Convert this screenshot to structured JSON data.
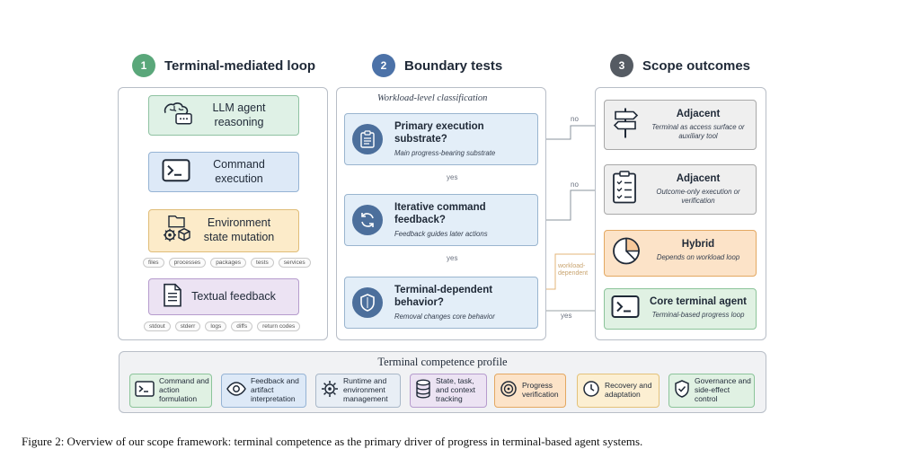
{
  "headers": [
    {
      "num": "1",
      "label": "Terminal-mediated loop",
      "color": "#5aa77a"
    },
    {
      "num": "2",
      "label": "Boundary tests",
      "color": "#4c72a8"
    },
    {
      "num": "3",
      "label": "Scope outcomes",
      "color": "#555b63"
    }
  ],
  "loop": {
    "steps": [
      {
        "label": "LLM agent reasoning",
        "icon": "brain-chat-icon",
        "bg": "#dff1e6",
        "border": "#8fc2a2"
      },
      {
        "label": "Command execution",
        "icon": "terminal-icon",
        "bg": "#dde9f7",
        "border": "#95b3d4"
      },
      {
        "label": "Environment state mutation",
        "icon": "gears-box-icon",
        "bg": "#fcebc9",
        "border": "#e0bd78"
      },
      {
        "label": "Textual feedback",
        "icon": "document-icon",
        "bg": "#ece3f3",
        "border": "#b69ccd"
      }
    ],
    "state_chips": [
      "files",
      "processes",
      "packages",
      "tests",
      "services"
    ],
    "feedback_chips": [
      "stdout",
      "stderr",
      "logs",
      "diffs",
      "return codes"
    ]
  },
  "tests": {
    "caption": "Workload-level classification",
    "questions": [
      {
        "title": "Primary execution substrate?",
        "subtitle": "Main progress-bearing substrate",
        "icon": "clipboard-icon"
      },
      {
        "title": "Iterative command feedback?",
        "subtitle": "Feedback guides later actions",
        "icon": "cycle-icon"
      },
      {
        "title": "Terminal-dependent behavior?",
        "subtitle": "Removal changes core behavior",
        "icon": "shield-icon"
      }
    ],
    "yes_label": "yes",
    "no_label": "no",
    "workload_dependent_label": "workload-\ndependent"
  },
  "outcomes": [
    {
      "title": "Adjacent",
      "subtitle": "Terminal as access surface or auxiliary tool",
      "icon": "signpost-icon",
      "bg": "#efefef",
      "border": "#a8a8a8"
    },
    {
      "title": "Adjacent",
      "subtitle": "Outcome-only execution or verification",
      "icon": "checklist-icon",
      "bg": "#efefef",
      "border": "#a8a8a8"
    },
    {
      "title": "Hybrid",
      "subtitle": "Depends on workload loop",
      "icon": "pie-icon",
      "bg": "#fce3c8",
      "border": "#e3a862"
    },
    {
      "title": "Core terminal agent",
      "subtitle": "Terminal-based progress loop",
      "icon": "terminal-icon",
      "bg": "#e0f1e3",
      "border": "#8cc49a"
    }
  ],
  "profile": {
    "title": "Terminal competence profile",
    "components": [
      {
        "label": "Command and action formulation",
        "icon": "terminal-icon",
        "bg": "#e0f1e3",
        "border": "#8cc49a"
      },
      {
        "label": "Feedback and artifact interpretation",
        "icon": "eye-icon",
        "bg": "#dde9f7",
        "border": "#95b3d4"
      },
      {
        "label": "Runtime and environment management",
        "icon": "gear-icon",
        "bg": "#e8eef5",
        "border": "#a9b8c8"
      },
      {
        "label": "State, task, and context tracking",
        "icon": "database-icon",
        "bg": "#ece3f3",
        "border": "#b69ccd"
      },
      {
        "label": "Progress verification",
        "icon": "target-icon",
        "bg": "#fce3c8",
        "border": "#e3a862"
      },
      {
        "label": "Recovery and adaptation",
        "icon": "clock-icon",
        "bg": "#fcefd2",
        "border": "#e3c27a"
      },
      {
        "label": "Governance and side-effect control",
        "icon": "shield-check-icon",
        "bg": "#e0f1e3",
        "border": "#8cc49a"
      }
    ]
  },
  "caption": "Figure 2: Overview of our scope framework: terminal competence as the primary driver of progress in terminal-based agent systems."
}
